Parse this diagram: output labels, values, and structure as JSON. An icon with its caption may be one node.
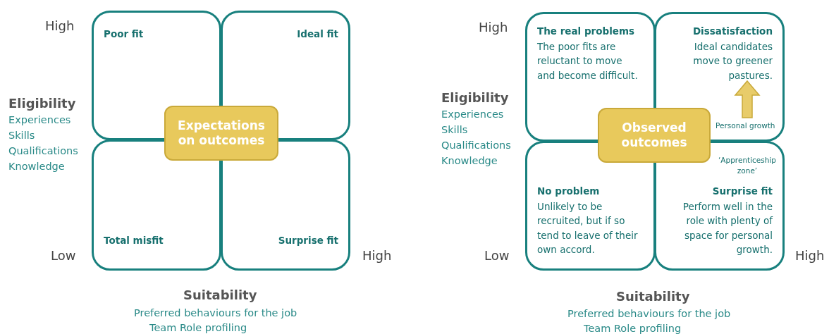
{
  "diagram": {
    "nodes": [
      {
        "text": [
          "Poor fit"
        ]
      },
      {
        "text": [
          "Ideal fit"
        ]
      },
      {
        "text": [
          "Total misfit"
        ]
      },
      {
        "text": [
          "Surprise fit"
        ]
      },
      {
        "text": [
          "Expectations on outcomes"
        ]
      },
      {
        "text": [
          "The real problems",
          "The poor fits are reluctant to move and become difficult."
        ]
      },
      {
        "text": [
          "Dissatisfaction",
          "Ideal candidates move to greener pastures."
        ]
      },
      {
        "text": [
          "No problem",
          "Unlikely to be recruited, but if so tend to leave of their own accord."
        ]
      },
      {
        "text": [
          "Surprise fit",
          "Perform well in the role with plenty of space for personal growth."
        ]
      },
      {
        "text": [
          "Observed outcomes"
        ]
      }
    ],
    "labels": [
      "High",
      "Eligibility",
      "Experiences",
      "Skills",
      "Qualifications",
      "Knowledge",
      "Low",
      "High",
      "Suitability",
      "Preferred behaviours for the job",
      "Team Role profiling",
      "High",
      "Eligibility",
      "Experiences",
      "Skills",
      "Qualifications",
      "Knowledge",
      "Personal growth",
      "‘Apprenticeship zone’",
      "Low",
      "High",
      "Suitability",
      "Preferred behaviours for the job",
      "Team Role profiling"
    ]
  }
}
